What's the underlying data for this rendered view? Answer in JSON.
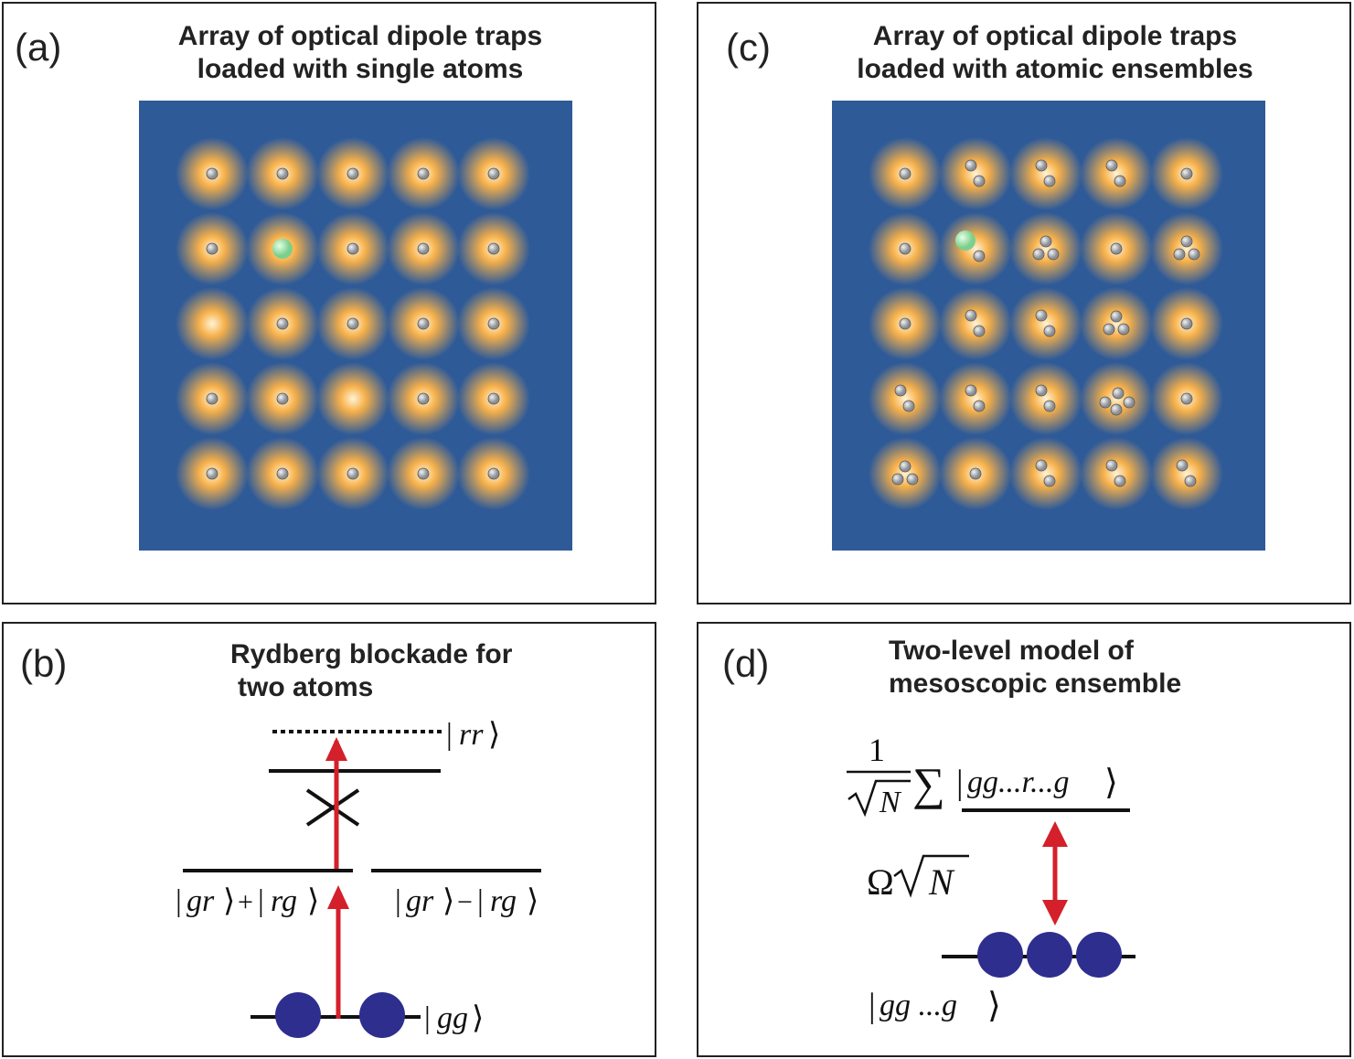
{
  "panels": {
    "a": {
      "letter": "(a)",
      "title_line1": "Array of optical dipole traps",
      "title_line2": "loaded with single atoms"
    },
    "b": {
      "letter": "(b)",
      "title_line1": "Rydberg blockade for",
      "title_line2": "two atoms",
      "state_rr": "rr",
      "state_sym_1": "gr",
      "state_sym_op": "+",
      "state_sym_2": "rg",
      "state_anti_1": "gr",
      "state_anti_op": "−",
      "state_anti_2": "rg",
      "state_gg": "gg"
    },
    "c": {
      "letter": "(c)",
      "title_line1": "Array of optical dipole traps",
      "title_line2": "loaded with atomic ensembles"
    },
    "d": {
      "letter": "(d)",
      "title_line1": "Two-level model of",
      "title_line2": "mesoscopic ensemble",
      "frac_num": "1",
      "frac_den": "N",
      "sum_symbol": "∑",
      "state_excited": "gg...r...g",
      "rabi_omega": "Ω",
      "rabi_n": "N",
      "state_ground": "gg ...g"
    }
  },
  "colors": {
    "background_blue": "#2e5a98",
    "trap_glow": "#f6b04a",
    "atom_gray": "#8a8f96",
    "rydberg_green": "#7ccf8c",
    "arrow_red": "#d4202a",
    "ground_atom_blue": "#2e2e8f"
  },
  "grid_a": {
    "rows": 5,
    "cols": 5,
    "atoms_per_trap": [
      [
        1,
        1,
        1,
        1,
        1
      ],
      [
        1,
        1,
        1,
        1,
        1
      ],
      [
        0,
        1,
        1,
        1,
        1
      ],
      [
        1,
        1,
        0,
        1,
        1
      ],
      [
        1,
        1,
        1,
        1,
        1
      ]
    ],
    "rydberg_trap": [
      1,
      1
    ]
  },
  "grid_c": {
    "rows": 5,
    "cols": 5,
    "atoms_per_trap": [
      [
        1,
        2,
        2,
        2,
        1
      ],
      [
        1,
        2,
        3,
        1,
        3
      ],
      [
        1,
        2,
        2,
        3,
        1
      ],
      [
        2,
        2,
        2,
        4,
        1
      ],
      [
        3,
        1,
        2,
        2,
        2
      ]
    ],
    "rydberg_trap": [
      1,
      1
    ]
  }
}
